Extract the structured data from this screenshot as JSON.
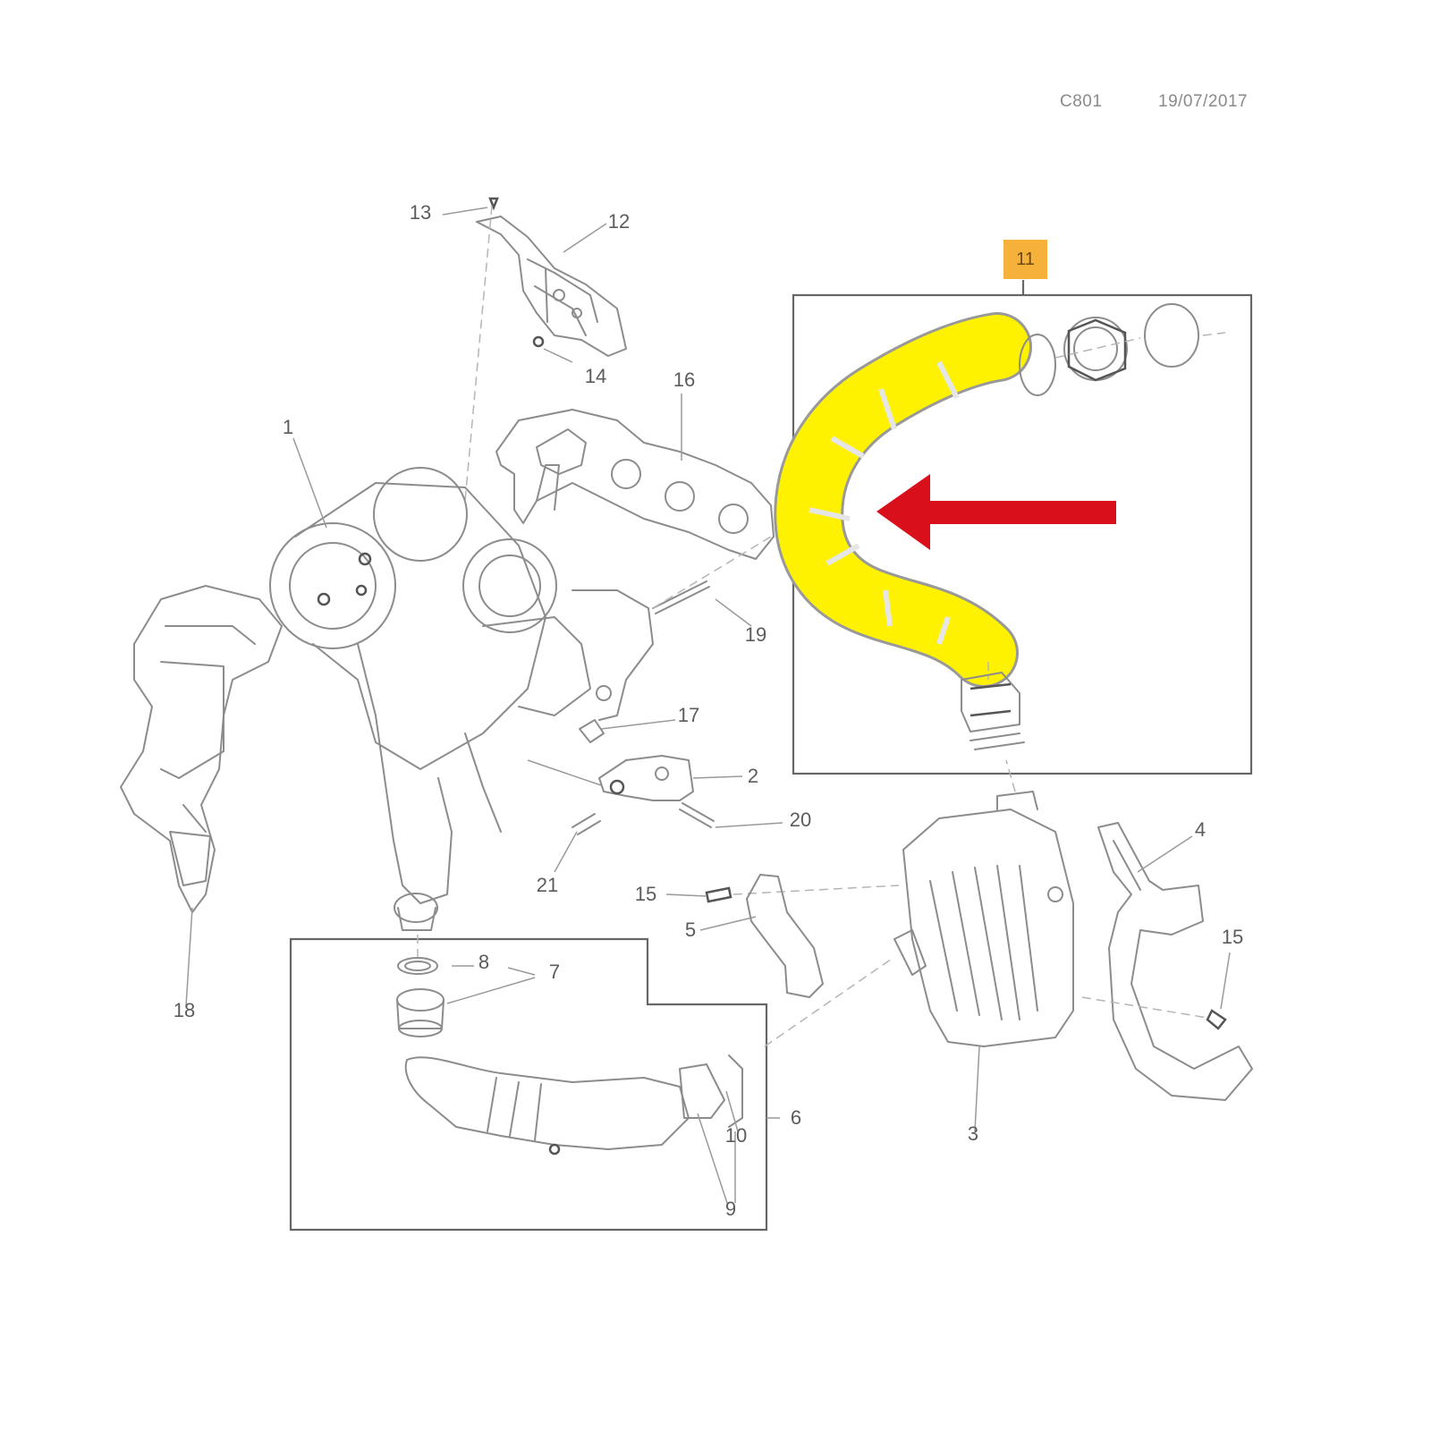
{
  "header": {
    "code": "C801",
    "date": "19/07/2017"
  },
  "highlight": {
    "tag": "11",
    "tag_color": "#f5b13a",
    "hose_color": "#fff200",
    "arrow_color": "#d9101c"
  },
  "callouts": [
    {
      "id": "1",
      "text": "1"
    },
    {
      "id": "2",
      "text": "2"
    },
    {
      "id": "3",
      "text": "3"
    },
    {
      "id": "4",
      "text": "4"
    },
    {
      "id": "5",
      "text": "5"
    },
    {
      "id": "6",
      "text": "6"
    },
    {
      "id": "7",
      "text": "7"
    },
    {
      "id": "8",
      "text": "8"
    },
    {
      "id": "9",
      "text": "9"
    },
    {
      "id": "10",
      "text": "10"
    },
    {
      "id": "12",
      "text": "12"
    },
    {
      "id": "13",
      "text": "13"
    },
    {
      "id": "14",
      "text": "14"
    },
    {
      "id": "15a",
      "text": "15"
    },
    {
      "id": "15b",
      "text": "15"
    },
    {
      "id": "16",
      "text": "16"
    },
    {
      "id": "17",
      "text": "17"
    },
    {
      "id": "18",
      "text": "18"
    },
    {
      "id": "19",
      "text": "19"
    },
    {
      "id": "20",
      "text": "20"
    },
    {
      "id": "21",
      "text": "21"
    }
  ]
}
